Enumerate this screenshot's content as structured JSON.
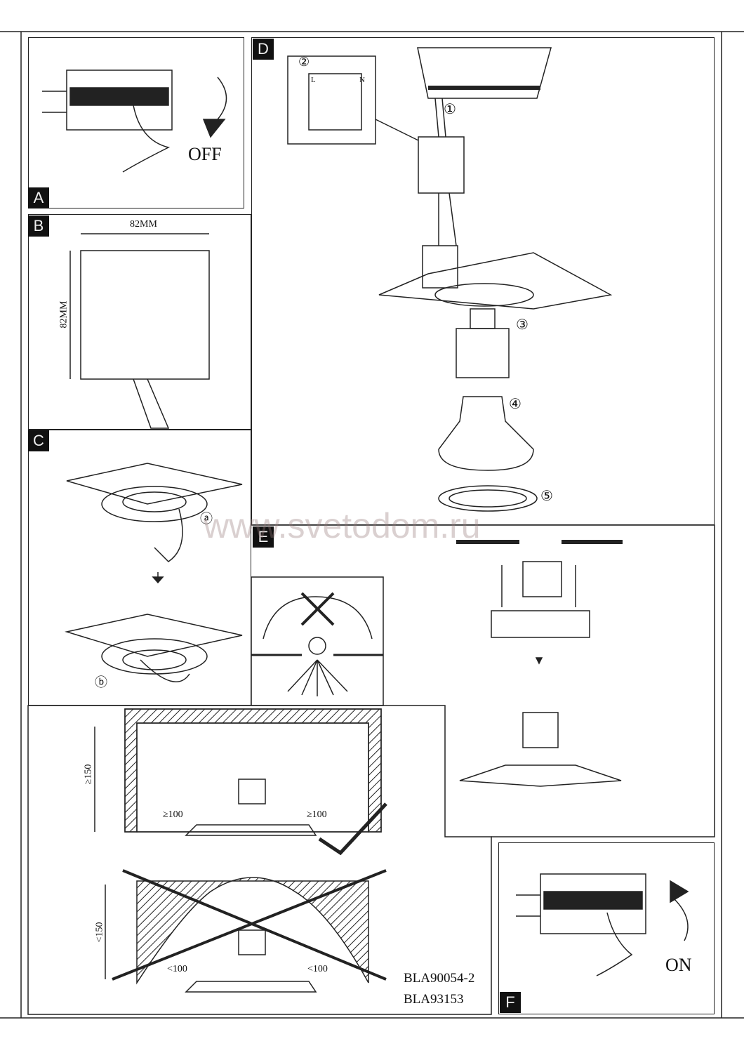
{
  "panels": {
    "a": "A",
    "b": "B",
    "c": "C",
    "d": "D",
    "e": "E",
    "f": "F"
  },
  "panel_a": {
    "off": "OFF"
  },
  "panel_b": {
    "width": "82MM",
    "height": "82MM"
  },
  "panel_c": {
    "step_a": "ⓐ",
    "step_b": "ⓑ"
  },
  "panel_d": {
    "steps": [
      "①",
      "②",
      "③",
      "④",
      "⑤"
    ],
    "terminal_l": "L",
    "terminal_n": "N"
  },
  "clearance": {
    "min_height": "≥150",
    "min_side_left": "≥100",
    "min_side_right": "≥100",
    "bad_height": "<150",
    "bad_side_left": "<100",
    "bad_side_right": "<100"
  },
  "models": [
    "BLA90054-2",
    "BLA93153"
  ],
  "panel_f": {
    "on": "ON"
  },
  "watermark": "www.svetodom.ru"
}
